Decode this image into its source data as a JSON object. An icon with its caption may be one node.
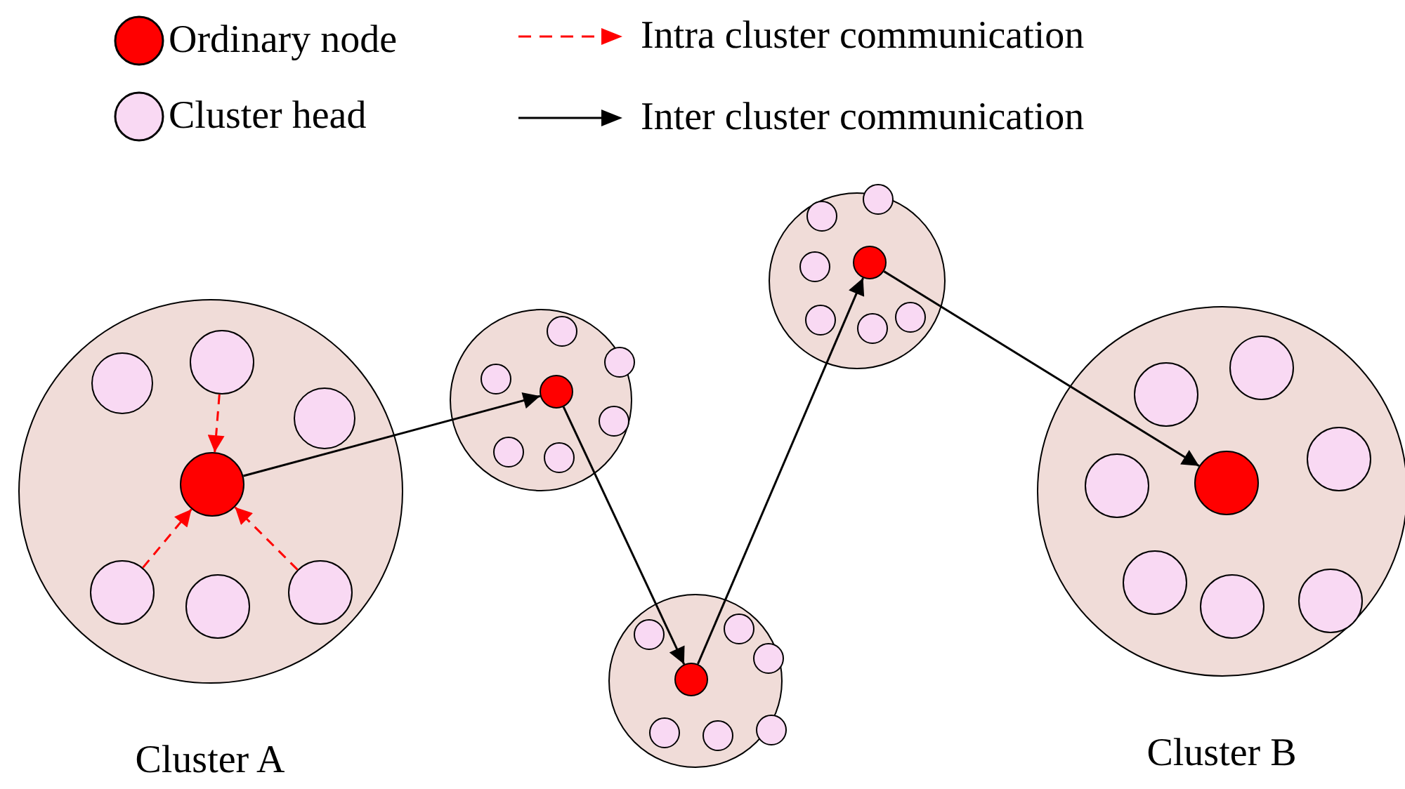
{
  "diagram": {
    "nodes": [
      {
        "text": [
          "Cluster A"
        ]
      },
      {
        "text": [],
        "shape": "circle",
        "in": 0
      },
      {
        "text": [],
        "shape": "circle",
        "in": 0
      },
      {
        "text": [],
        "shape": "circle",
        "in": 0
      },
      {
        "text": [],
        "shape": "circle",
        "in": 0
      },
      {
        "text": [],
        "shape": "circle",
        "in": 0
      },
      {
        "text": [],
        "shape": "circle",
        "in": 0
      },
      {
        "text": [],
        "shape": "circle",
        "in": 0
      },
      {
        "text": [],
        "shape": "circle"
      },
      {
        "text": [],
        "shape": "circle",
        "in": 8
      },
      {
        "text": [],
        "shape": "circle",
        "in": 8
      },
      {
        "text": [],
        "shape": "circle",
        "in": 8
      },
      {
        "text": [],
        "shape": "circle",
        "in": 8
      },
      {
        "text": [],
        "shape": "circle",
        "in": 8
      },
      {
        "text": [],
        "shape": "circle",
        "in": 8
      },
      {
        "text": [],
        "shape": "circle",
        "in": 8
      },
      {
        "text": [],
        "shape": "circle"
      },
      {
        "text": [],
        "shape": "circle",
        "in": 16
      },
      {
        "text": [],
        "shape": "circle",
        "in": 16
      },
      {
        "text": [],
        "shape": "circle",
        "in": 16
      },
      {
        "text": [],
        "shape": "circle",
        "in": 16
      },
      {
        "text": [],
        "shape": "circle",
        "in": 16
      },
      {
        "text": [],
        "shape": "circle",
        "in": 16
      },
      {
        "text": [],
        "shape": "circle",
        "in": 16
      },
      {
        "text": [],
        "shape": "circle"
      },
      {
        "text": [],
        "shape": "circle",
        "in": 24
      },
      {
        "text": [],
        "shape": "circle",
        "in": 24
      },
      {
        "text": [],
        "shape": "circle",
        "in": 24
      },
      {
        "text": [],
        "shape": "circle",
        "in": 24
      },
      {
        "text": [],
        "shape": "circle",
        "in": 24
      },
      {
        "text": [],
        "shape": "circle",
        "in": 24
      },
      {
        "text": [],
        "shape": "circle",
        "in": 24
      },
      {
        "text": [
          "Cluster B"
        ]
      },
      {
        "text": [],
        "shape": "circle",
        "in": 32
      },
      {
        "text": [],
        "shape": "circle",
        "in": 32
      },
      {
        "text": [],
        "shape": "circle",
        "in": 32
      },
      {
        "text": [],
        "shape": "circle",
        "in": 32
      },
      {
        "text": [],
        "shape": "circle",
        "in": 32
      },
      {
        "text": [],
        "shape": "circle",
        "in": 32
      },
      {
        "text": [],
        "shape": "circle",
        "in": 32
      },
      {
        "text": [],
        "shape": "circle",
        "in": 32
      }
    ],
    "edges": [
      {
        "from": 1,
        "to": 4,
        "arrow": "to",
        "style": "dashed",
        "color": "#ff0000"
      },
      {
        "from": 5,
        "to": 4,
        "arrow": "to",
        "style": "dashed",
        "color": "#ff0000"
      },
      {
        "from": 6,
        "to": 4,
        "arrow": "to",
        "style": "dashed",
        "color": "#ff0000"
      },
      {
        "from": 4,
        "to": 12,
        "arrow": "to"
      },
      {
        "from": 12,
        "to": 20,
        "arrow": "to"
      },
      {
        "from": 20,
        "to": 27,
        "arrow": "to"
      },
      {
        "from": 27,
        "to": 36,
        "arrow": "to"
      }
    ],
    "legend": [
      {
        "text": "Ordinary node"
      },
      {
        "text": "Cluster head"
      },
      {
        "text": "Intra cluster communication"
      },
      {
        "text": "Inter cluster communication"
      }
    ]
  }
}
